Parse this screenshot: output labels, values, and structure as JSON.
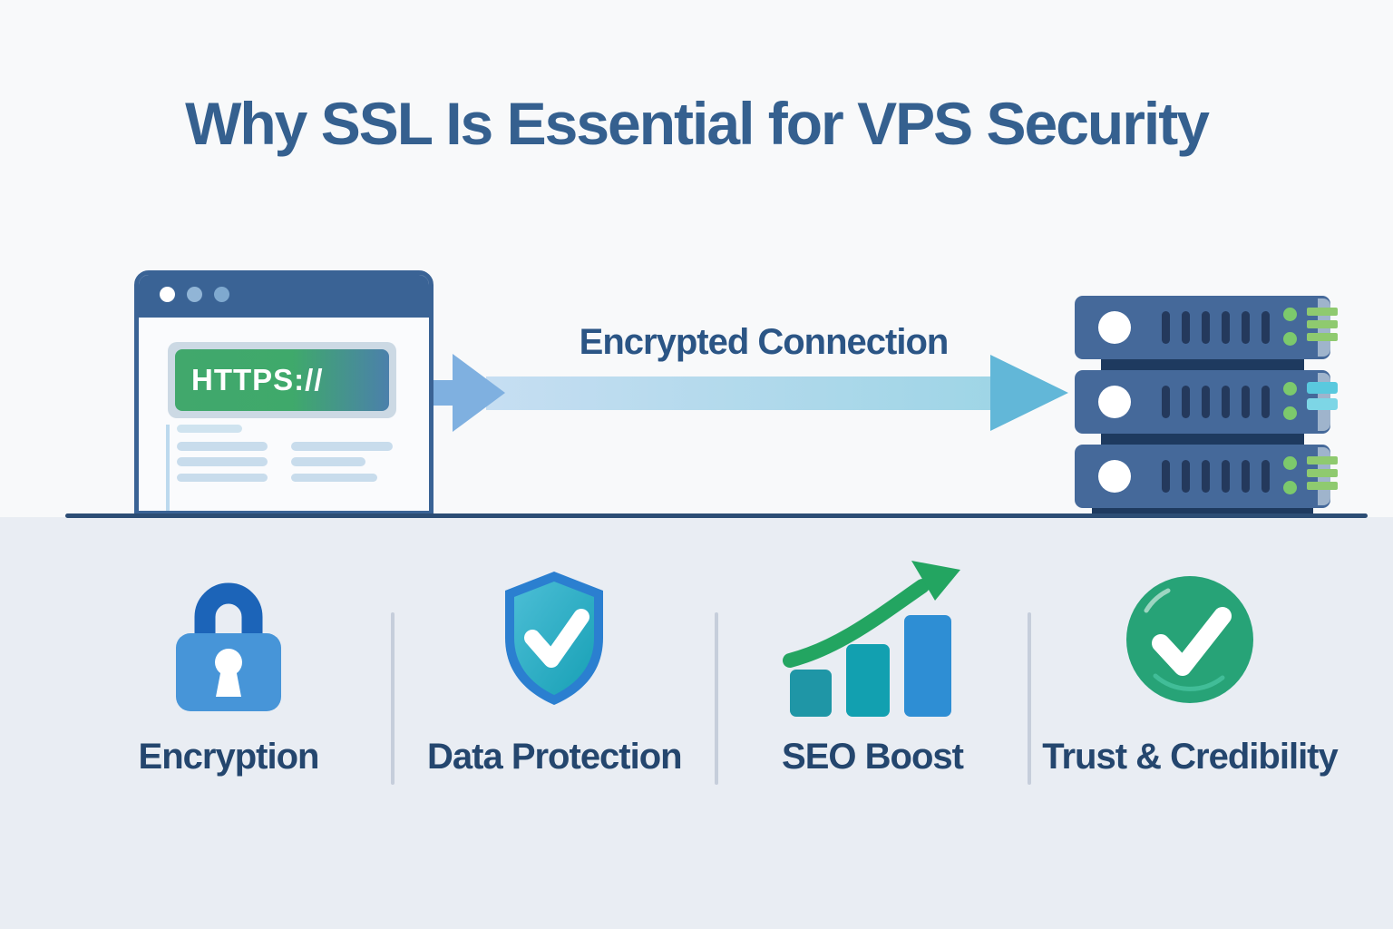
{
  "title": "Why SSL Is Essential for VPS Security",
  "diagram": {
    "browser": {
      "address": "HTTPS://",
      "window_dots": [
        "white",
        "light-blue",
        "light-blue"
      ]
    },
    "connection_label": "Encrypted Connection",
    "server": {
      "units": 3
    }
  },
  "features": [
    {
      "icon": "lock-icon",
      "label": "Encryption"
    },
    {
      "icon": "shield-check-icon",
      "label": "Data Protection"
    },
    {
      "icon": "growth-chart-icon",
      "label": "SEO Boost"
    },
    {
      "icon": "check-circle-icon",
      "label": "Trust & Credibility"
    }
  ],
  "colors": {
    "title_text": "#35608f",
    "feature_label_text": "#24466e",
    "connection_text": "#2b5585",
    "browser_chrome": "#3a6395",
    "https_green": "#3fa96b",
    "address_bar": "#ccd9e4",
    "arrow_head_left": "#7fb0e0",
    "arrow_shaft_start": "#c6def2",
    "arrow_shaft_end": "#9ed5e6",
    "arrow_head_right": "#62b7d8",
    "server_body": "#45699a",
    "server_slot": "#24395c",
    "server_led_green": "#7cc96c",
    "server_bar_cyan": "#5ac9de",
    "ground_line": "#2c4d74",
    "bottom_band": "#e9edf3",
    "lock_shackle": "#1c64b8",
    "lock_body": "#4795d8",
    "shield_border": "#2b7fd0",
    "shield_fill": "#17a0b5",
    "bar_teal": "#12a0b0",
    "bar_blue": "#2e8ed4",
    "growth_arrow_green": "#23a561",
    "trust_circle_green": "#27a377"
  }
}
